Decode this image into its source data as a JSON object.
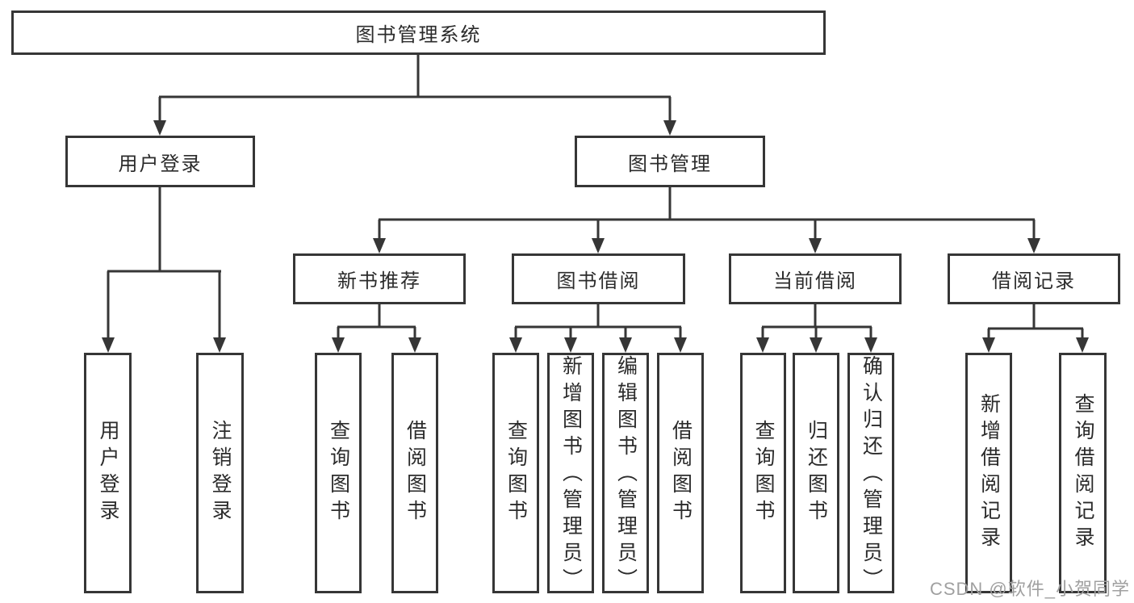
{
  "tree": {
    "root": "图书管理系统",
    "children": [
      {
        "label": "用户登录",
        "children": [
          "用户登录",
          "注销登录"
        ]
      },
      {
        "label": "图书管理",
        "children": [
          {
            "label": "新书推荐",
            "children": [
              "查询图书",
              "借阅图书"
            ]
          },
          {
            "label": "图书借阅",
            "children": [
              "查询图书",
              "新增图书（管理员）",
              "编辑图书（管理员）",
              "借阅图书"
            ]
          },
          {
            "label": "当前借阅",
            "children": [
              "查询图书",
              "归还图书",
              "确认归还（管理员）"
            ]
          },
          {
            "label": "借阅记录",
            "children": [
              "新增借阅记录",
              "查询借阅记录"
            ]
          }
        ]
      }
    ]
  },
  "watermark": {
    "text": "CSDN @软件_小贺同学"
  },
  "colors": {
    "line": "#363636",
    "box_border": "#363636",
    "box_bg": "#ffffff",
    "text": "#2b2b2b",
    "watermark": "#a0a0a0",
    "background": "#ffffff"
  }
}
